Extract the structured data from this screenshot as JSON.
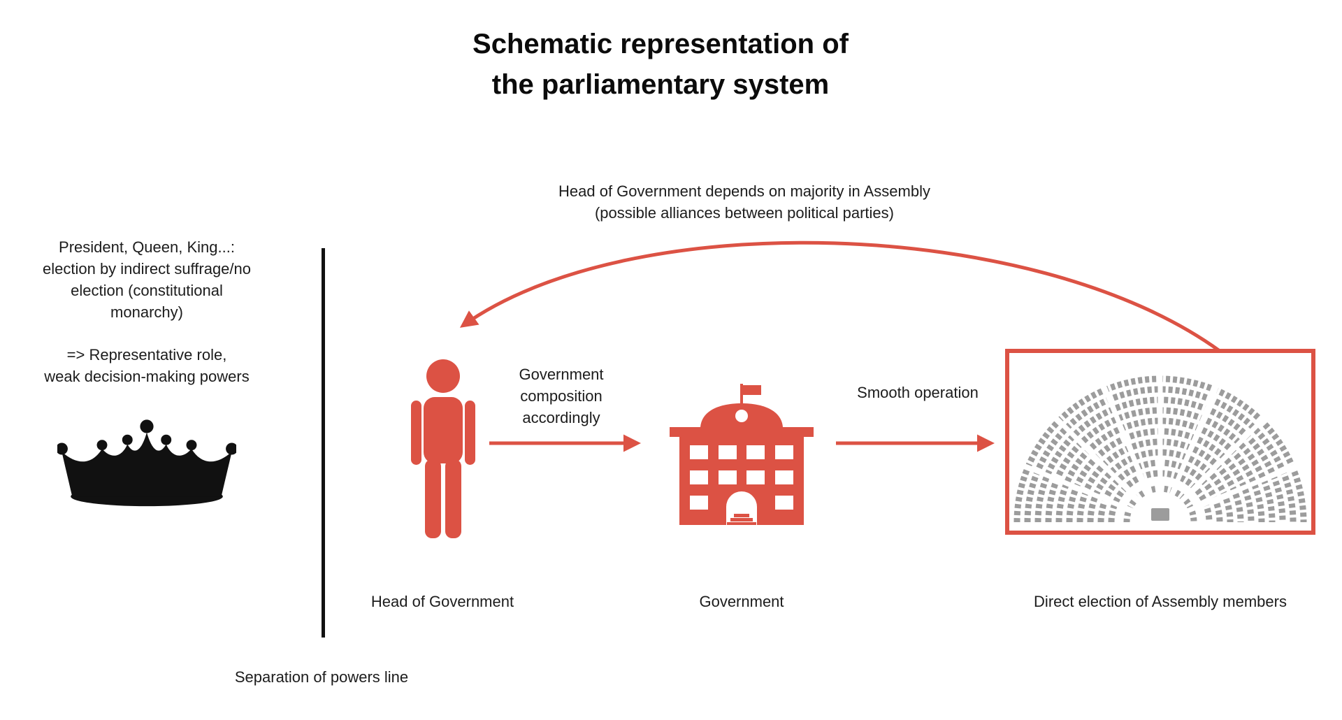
{
  "colors": {
    "accent": "#DC5244",
    "ink": "#1C1C1C",
    "seat": "#9C9C9C",
    "black": "#111111"
  },
  "title": {
    "line1": "Schematic representation of",
    "line2": "the parliamentary system"
  },
  "feedback_arrow": {
    "line1": "Head of Government depends on majority in Assembly",
    "line2": "(possible alliances between political parties)"
  },
  "head_of_state": {
    "icon": "crown-icon",
    "para1": {
      "line1": "President, Queen, King...:",
      "line2": "election by indirect suffrage/no",
      "line3": "election (constitutional",
      "line4": "monarchy)"
    },
    "para2": {
      "line1": "=> Representative role,",
      "line2": "weak decision-making powers"
    }
  },
  "separation": {
    "label": "Separation of powers line"
  },
  "nodes": {
    "head_of_government": {
      "icon": "person-icon",
      "label": "Head of Government"
    },
    "government": {
      "icon": "building-icon",
      "label": "Government"
    },
    "assembly": {
      "icon": "parliament-icon",
      "label": "Direct election of Assembly members"
    }
  },
  "arrows": {
    "composition": {
      "line1": "Government",
      "line2": "composition",
      "line3": "accordingly"
    },
    "smooth_operation": {
      "label": "Smooth operation"
    }
  }
}
